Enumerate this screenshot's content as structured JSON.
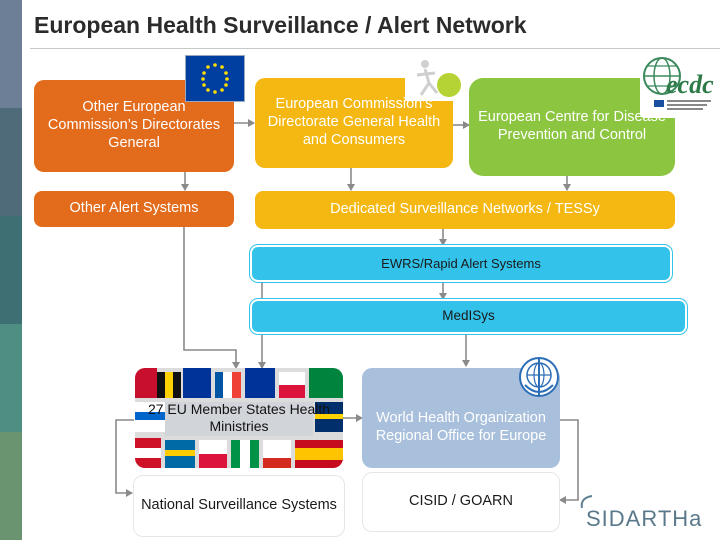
{
  "title": "European Health Surveillance / Alert Network",
  "colors": {
    "orange": "#e26b1c",
    "gold": "#f5b812",
    "green": "#8cc641",
    "cyan": "#33c2ea",
    "blue_gray": "#a9c0dc",
    "sidebar": [
      "#6c7f96",
      "#4f6a79",
      "#3d6f73",
      "#4f8f83",
      "#6a9470"
    ]
  },
  "boxes": {
    "other_ec_dg": "Other European Commission’s Directorates General",
    "ec_dg_health": "European Commission’s Directorate General Health and Consumers",
    "ecdc": "European Centre for Disease Prevention and Control",
    "other_alert": "Other Alert Systems",
    "tessy": "Dedicated Surveillance Networks / TESSy",
    "ewrs": "EWRS/Rapid Alert Systems",
    "medisys": "MedISys",
    "member_states": "27 EU Member States Health Ministries",
    "who": "World Health Organization Regional Office for Europe",
    "national": "National Surveillance Systems",
    "cisid": "CISID / GOARN"
  },
  "logos": {
    "eu_flag": "eu-flag-logo",
    "dg_sanco": "dg-sanco-figure-logo",
    "ecdc_text": "ecdc",
    "who_emblem": "who-emblem-logo",
    "sidartha": "SIDARTHa"
  }
}
